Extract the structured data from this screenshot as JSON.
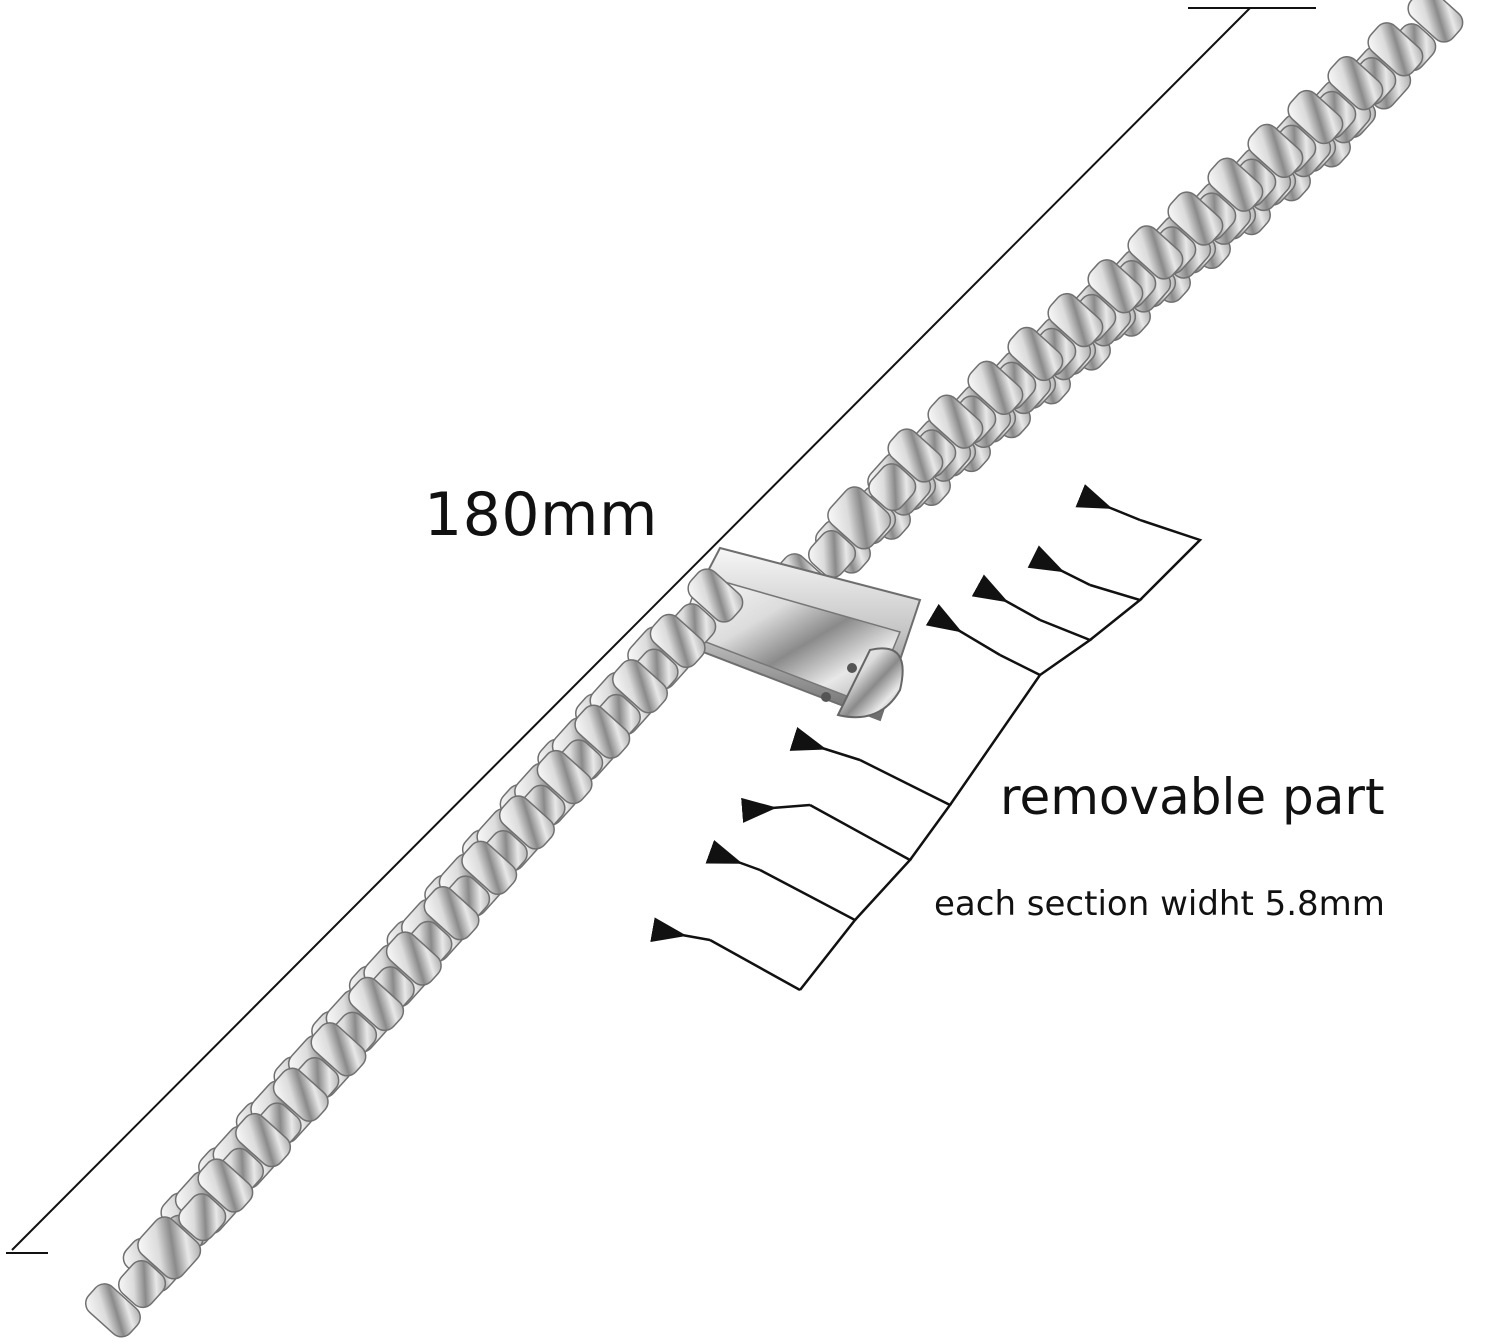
{
  "image": {
    "subject": "stainless steel watch band",
    "background_color": "#ffffff",
    "metal_colors": {
      "light": "#f4f4f4",
      "mid": "#bdbdbd",
      "dark": "#5a5a5a"
    }
  },
  "annotations": {
    "total_length": "180mm",
    "removable_label": "removable part",
    "section_width_label": "each section widht 5.8mm"
  }
}
